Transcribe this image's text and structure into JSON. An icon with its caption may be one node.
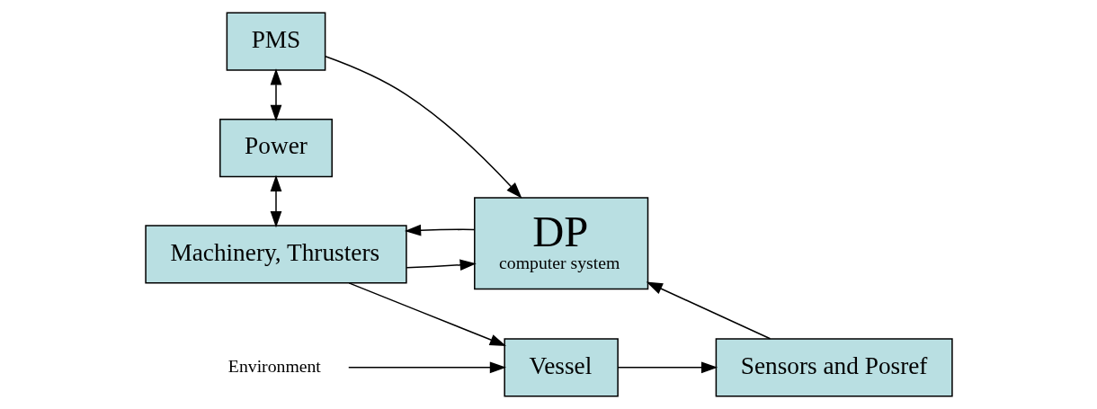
{
  "diagram": {
    "nodes": [
      {
        "text": [
          "PMS"
        ]
      },
      {
        "text": [
          "Power"
        ]
      },
      {
        "text": [
          "DP",
          "computer system"
        ]
      },
      {
        "text": [
          "Machinery, Thrusters"
        ]
      },
      {
        "text": [
          "Vessel"
        ]
      },
      {
        "text": [
          "Sensors and Posref"
        ]
      },
      {
        "text": [
          "Environment"
        ]
      }
    ],
    "edges": [
      {
        "from": 0,
        "to": 2,
        "arrow": "to"
      },
      {
        "from": 0,
        "to": 1,
        "arrow": "both"
      },
      {
        "from": 1,
        "to": 3,
        "arrow": "both"
      },
      {
        "from": 2,
        "to": 3,
        "arrow": "to"
      },
      {
        "from": 3,
        "to": 2,
        "arrow": "to"
      },
      {
        "from": 3,
        "to": 4,
        "arrow": "to"
      },
      {
        "from": 6,
        "to": 4,
        "arrow": "to"
      },
      {
        "from": 4,
        "to": 5,
        "arrow": "to"
      },
      {
        "from": 5,
        "to": 2,
        "arrow": "to"
      }
    ]
  }
}
